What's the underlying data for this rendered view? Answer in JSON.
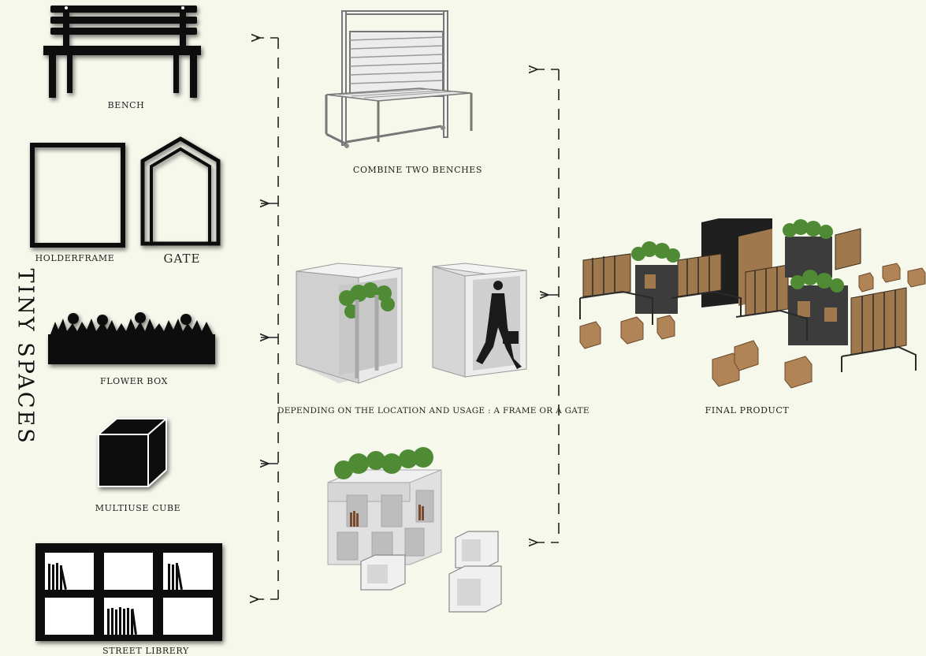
{
  "title": "TINY SPACES",
  "elements": {
    "bench": "BENCH",
    "holderframe": "HOLDERFRAME",
    "gate": "GATE",
    "flower_box": "FLOWER BOX",
    "multiuse_cube": "MULTIUSE CUBE",
    "street_library": "STREET LIBRERY"
  },
  "stages": {
    "combine": "COMBINE TWO BENCHES",
    "frame_or_gate": "DEPENDING ON THE LOCATION AND USAGE : A FRAME OR A GATE",
    "final": "FINAL PRODUCT"
  },
  "colors": {
    "background": "#f7f8ec",
    "ink": "#111111",
    "wood": "#a0784e",
    "foliage": "#4f8a35",
    "module": "#e4e4e4"
  }
}
